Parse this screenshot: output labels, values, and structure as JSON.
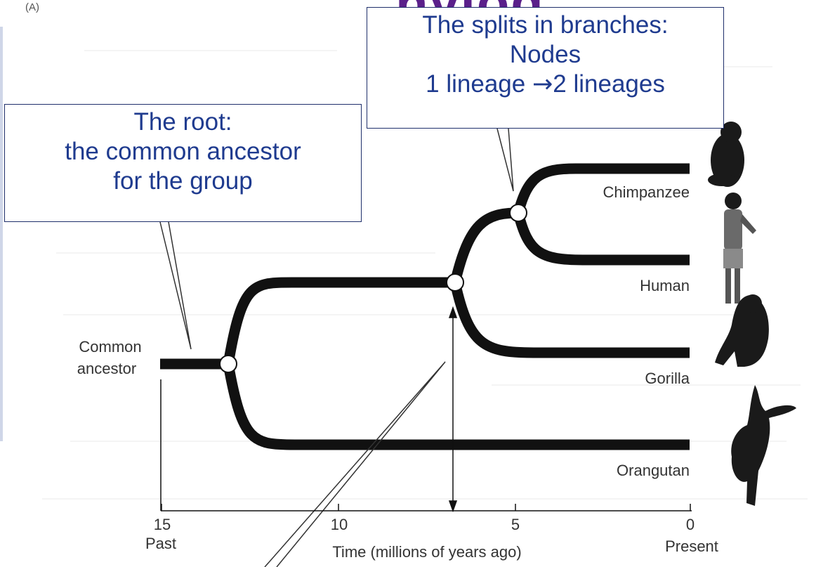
{
  "panel_label": "(A)",
  "title_fragment": "'hylog",
  "callouts": {
    "root": {
      "lines": [
        "The root:",
        "the common ancestor",
        "for the group"
      ]
    },
    "splits": {
      "line1": "The splits in branches:",
      "line2": "Nodes",
      "line3_a": "1 lineage ",
      "line3_arrow": "→",
      "line3_b": "2 lineages"
    }
  },
  "tree": {
    "root_label_line1": "Common",
    "root_label_line2": "ancestor",
    "taxa": [
      "Chimpanzee",
      "Human",
      "Gorilla",
      "Orangutan"
    ],
    "nodes_count": 3
  },
  "axis": {
    "ticks": [
      "15",
      "10",
      "5",
      "0"
    ],
    "left_label": "Past",
    "right_label": "Present",
    "title": "Time (millions of years ago)"
  },
  "colors": {
    "callout_text": "#1f3b8f",
    "callout_border": "#1f2f6b",
    "branch": "#111111",
    "node_fill": "#ffffff",
    "title_fragment": "#5a1f8a"
  },
  "icons": [
    "chimpanzee-silhouette",
    "human-silhouette",
    "gorilla-silhouette",
    "orangutan-silhouette"
  ]
}
